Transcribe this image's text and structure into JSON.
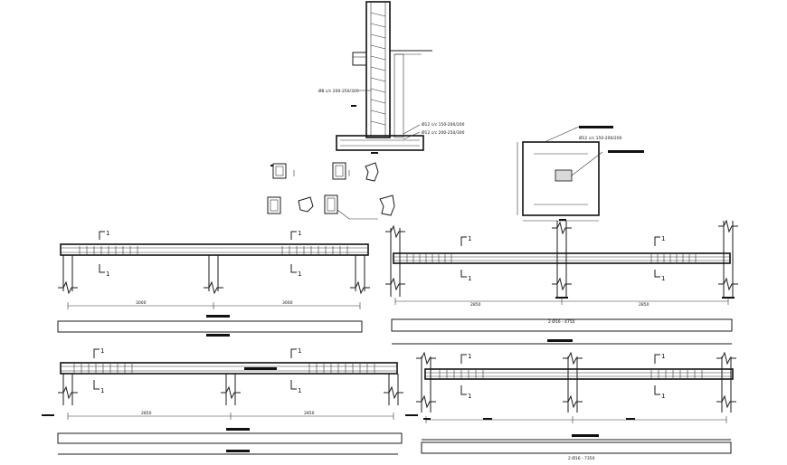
{
  "wall_section": {
    "stirrup_label": "Ø8 c/c 200-250/300",
    "bar_label_1": "Ø12 c/c 150-200/200",
    "bar_label_2": "Ø12 c/c 200-250/300"
  },
  "footing_plan": {
    "bar_label": "Ø12 c/c 150-200/200"
  },
  "section_marks": {
    "mark": "1"
  },
  "beams": {
    "beam1": {
      "span_left": "3000",
      "span_right": "3000"
    },
    "beam2": {
      "span_left": "2850",
      "span_right": "2850",
      "bar_label": "2 Ø16 - 4750"
    },
    "beam3": {
      "span_left": "2850",
      "span_right": "2850"
    },
    "beam4": {
      "bar_label": "2 Ø16 - 7350"
    }
  }
}
